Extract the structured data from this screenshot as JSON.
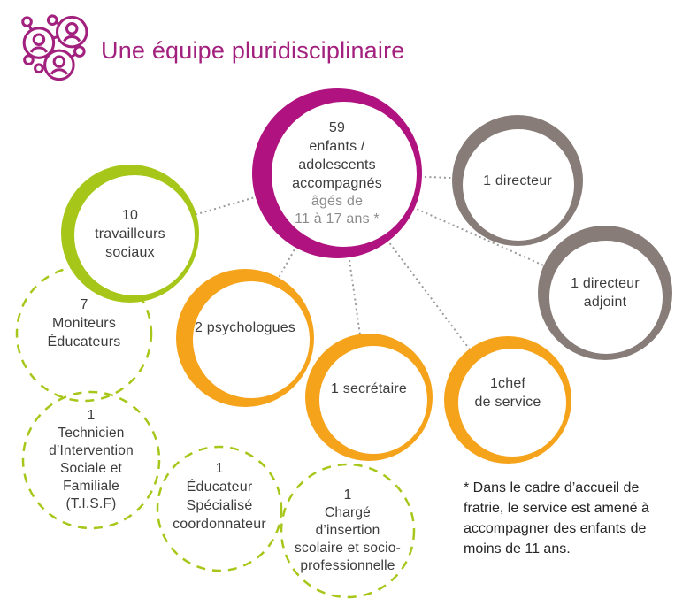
{
  "title": "Une équipe pluridisciplinaire",
  "icon": "network-people-icon",
  "colors": {
    "magenta": "#B01380",
    "title_magenta": "#A3217E",
    "lime": "#A6C71A",
    "orange": "#F5A31B",
    "taupe": "#877C77",
    "connector": "#9B9B9B",
    "text": "#3C3C3C",
    "subtext": "#8C8C8C"
  },
  "center_circle": {
    "value": "59",
    "lines": [
      "enfants /",
      "adolescents",
      "accompagnés"
    ],
    "sub_lines": [
      "âgés de",
      "11 à 17 ans *"
    ]
  },
  "circles": {
    "directeur": {
      "lines": [
        "1 directeur"
      ]
    },
    "directeur_adjoint": {
      "lines": [
        "1 directeur",
        "adjoint"
      ]
    },
    "travailleurs_sociaux": {
      "lines": [
        "10",
        "travailleurs",
        "sociaux"
      ]
    },
    "moniteurs_educateurs": {
      "lines": [
        "7",
        "Moniteurs",
        "Éducateurs"
      ]
    },
    "psychologues": {
      "lines": [
        "2 psychologues"
      ]
    },
    "secretaire": {
      "lines": [
        "1 secrétaire"
      ]
    },
    "chef_de_service": {
      "lines": [
        "1chef",
        "de service"
      ]
    },
    "tisf": {
      "lines": [
        "1",
        "Technicien",
        "d’Intervention",
        "Sociale et",
        "Familiale",
        "(T.I.S.F)"
      ]
    },
    "educateur_specialise": {
      "lines": [
        "1",
        "Éducateur",
        "Spécialisé",
        "coordonnateur"
      ]
    },
    "charge_insertion": {
      "lines": [
        "1",
        "Chargé",
        "d’insertion",
        "scolaire et socio-",
        "professionnelle"
      ]
    }
  },
  "footnote": {
    "lines": [
      "* Dans le cadre d’accueil de",
      "fratrie, le service est amené à",
      "accompagner des enfants de",
      "moins de 11 ans."
    ]
  }
}
